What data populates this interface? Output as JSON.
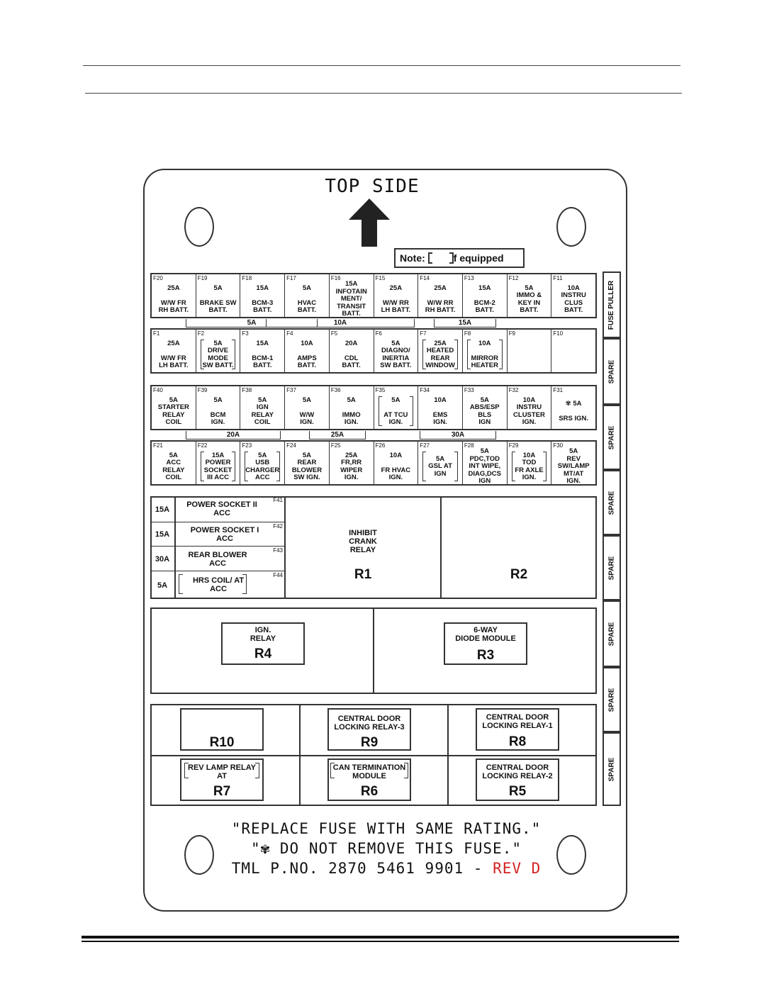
{
  "header": {
    "title": "TOP SIDE",
    "note_prefix": "Note:",
    "note_suffix": "f equipped"
  },
  "row_top": [
    {
      "id": "F20",
      "text": "25A\n\nW/W FR\nRH BATT.",
      "bracket": false
    },
    {
      "id": "F19",
      "text": "5A\n\nBRAKE SW\nBATT.",
      "bracket": false
    },
    {
      "id": "F18",
      "text": "15A\n\nBCM-3\nBATT.",
      "bracket": false
    },
    {
      "id": "F17",
      "text": "5A\n\nHVAC\nBATT.",
      "bracket": false
    },
    {
      "id": "F16",
      "text": "15A\nINFOTAIN\nMENT/\nTRANSIT\nBATT.",
      "bracket": false
    },
    {
      "id": "F15",
      "text": "25A\n\nW/W RR\nLH BATT.",
      "bracket": false
    },
    {
      "id": "F14",
      "text": "25A\n\nW/W RR\nRH BATT.",
      "bracket": false
    },
    {
      "id": "F13",
      "text": "15A\n\nBCM-2\nBATT.",
      "bracket": false
    },
    {
      "id": "F12",
      "text": "5A\nIMMO &\nKEY IN\nBATT.",
      "bracket": false
    },
    {
      "id": "F11",
      "text": "10A\nINSTRU\nCLUS\nBATT.",
      "bracket": false
    }
  ],
  "bus_1": [
    "5A",
    "10A",
    "15A"
  ],
  "row_2": [
    {
      "id": "F1",
      "text": "25A\n\nW/W FR\nLH BATT.",
      "bracket": false
    },
    {
      "id": "F2",
      "text": "5A\nDRIVE\nMODE\nSW BATT.",
      "bracket": true
    },
    {
      "id": "F3",
      "text": "15A\n\nBCM-1\nBATT.",
      "bracket": false
    },
    {
      "id": "F4",
      "text": "10A\n\nAMPS\nBATT.",
      "bracket": false
    },
    {
      "id": "F5",
      "text": "20A\n\nCDL\nBATT.",
      "bracket": false
    },
    {
      "id": "F6",
      "text": "5A\nDIAGNO/\nINERTIA\nSW BATT.",
      "bracket": false
    },
    {
      "id": "F7",
      "text": "25A\nHEATED\nREAR\nWINDOW",
      "bracket": true
    },
    {
      "id": "F8",
      "text": "10A\n\nMIRROR\nHEATER",
      "bracket": true
    },
    {
      "id": "F9",
      "text": "",
      "bracket": false
    },
    {
      "id": "F10",
      "text": "",
      "bracket": false
    }
  ],
  "row_3": [
    {
      "id": "F40",
      "text": "5A\nSTARTER\nRELAY\nCOIL",
      "bracket": false
    },
    {
      "id": "F39",
      "text": "5A\n\nBCM\nIGN.",
      "bracket": false
    },
    {
      "id": "F38",
      "text": "5A\nIGN\nRELAY\nCOIL",
      "bracket": false
    },
    {
      "id": "F37",
      "text": "5A\n\nW/W\nIGN.",
      "bracket": false
    },
    {
      "id": "F36",
      "text": "5A\n\nIMMO\nIGN.",
      "bracket": false
    },
    {
      "id": "F35",
      "text": "5A\n\nAT TCU\nIGN.",
      "bracket": true
    },
    {
      "id": "F34",
      "text": "10A\n\nEMS\nIGN.",
      "bracket": false
    },
    {
      "id": "F33",
      "text": "5A\nABS/ESP\nBLS\nIGN",
      "bracket": false
    },
    {
      "id": "F32",
      "text": "10A\nINSTRU\nCLUSTER\nIGN.",
      "bracket": false
    },
    {
      "id": "F31",
      "text": "✾ 5A\n\nSRS IGN.",
      "bracket": false
    }
  ],
  "bus_2": [
    "20A",
    "25A",
    "30A"
  ],
  "row_4": [
    {
      "id": "F21",
      "text": "5A\nACC\nRELAY\nCOIL",
      "bracket": false
    },
    {
      "id": "F22",
      "text": "15A\nPOWER\nSOCKET\nIII ACC",
      "bracket": true
    },
    {
      "id": "F23",
      "text": "5A\nUSB\nCHARGER\nACC",
      "bracket": true
    },
    {
      "id": "F24",
      "text": "5A\nREAR\nBLOWER\nSW IGN.",
      "bracket": false
    },
    {
      "id": "F25",
      "text": "25A\nFR,RR\nWIPER\nIGN.",
      "bracket": false
    },
    {
      "id": "F26",
      "text": "10A\n\nFR HVAC\nIGN.",
      "bracket": false
    },
    {
      "id": "F27",
      "text": "5A\nGSL AT\nIGN",
      "bracket": true
    },
    {
      "id": "F28",
      "text": "5A\nPDC,TOD\nINT WIPE,\nDIAG,DCS\nIGN",
      "bracket": false
    },
    {
      "id": "F29",
      "text": "10A\nTOD\nFR AXLE\nIGN.",
      "bracket": true
    },
    {
      "id": "F30",
      "text": "5A\nREV\nSW/LAMP\nMT/AT\nIGN.",
      "bracket": false
    }
  ],
  "side_labels": [
    "FUSE PULLER",
    "SPARE",
    "SPARE",
    "SPARE",
    "SPARE",
    "SPARE",
    "SPARE",
    "SPARE"
  ],
  "large_fuses": [
    {
      "id": "F41",
      "rating": "15A",
      "name": "POWER SOCKET  II\nACC"
    },
    {
      "id": "F42",
      "rating": "15A",
      "name": "POWER SOCKET  I\nACC"
    },
    {
      "id": "F43",
      "rating": "30A",
      "name": "REAR BLOWER\nACC"
    },
    {
      "id": "F44",
      "rating": "5A",
      "name": "HRS COIL/ AT\nACC"
    }
  ],
  "relays": {
    "r1_desc": "INHIBIT\nCRANK\nRELAY",
    "r1": "R1",
    "r2": "R2",
    "r4_desc": "IGN.\nRELAY",
    "r4": "R4",
    "r3_desc": "6-WAY\nDIODE MODULE",
    "r3": "R3",
    "r10": "R10",
    "r9_desc": "CENTRAL DOOR\nLOCKING RELAY-3",
    "r9": "R9",
    "r8_desc": "CENTRAL DOOR\nLOCKING RELAY-1",
    "r8": "R8",
    "r7_desc": "REV LAMP RELAY\nAT",
    "r7": "R7",
    "r6_desc": "CAN TERMINATION\nMODULE",
    "r6": "R6",
    "r5_desc": "CENTRAL DOOR\nLOCKING RELAY-2",
    "r5": "R5"
  },
  "footer": {
    "line1": "\"REPLACE FUSE WITH SAME RATING.\"",
    "line2": "\"✾ DO NOT REMOVE THIS FUSE.\"",
    "line3": "TML P.NO. 2870 5461 9901 -",
    "rev": "REV D",
    "rev_color": "#d22222"
  }
}
